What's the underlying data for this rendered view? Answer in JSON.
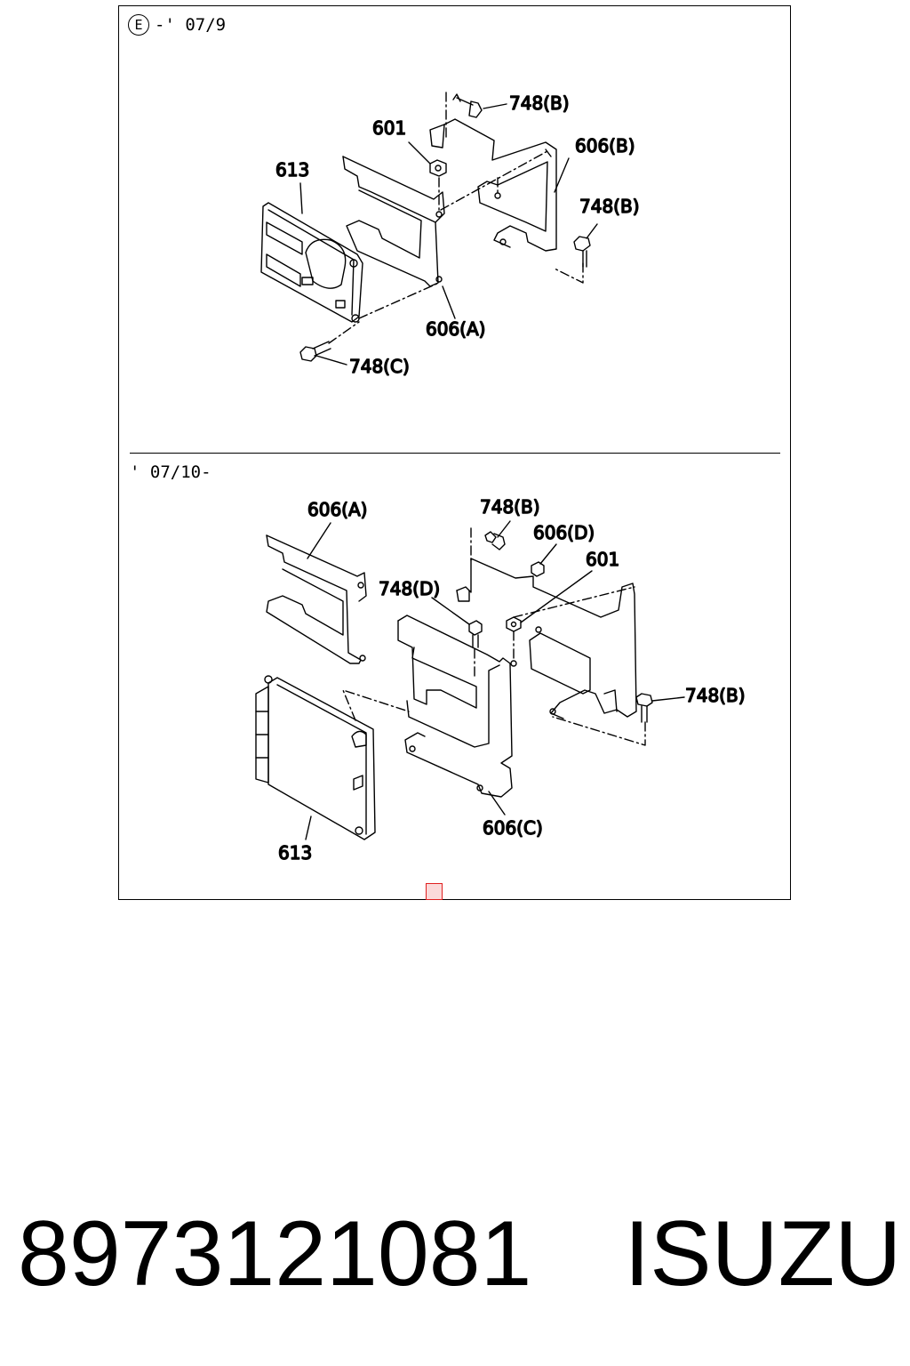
{
  "sections": [
    {
      "variant_mark": "E",
      "date_range": "-' 07/9",
      "callouts": {
        "c748b_top": "748(B)",
        "c601": "601",
        "c606b": "606(B)",
        "c613": "613",
        "c748b_right": "748(B)",
        "c606a": "606(A)",
        "c748c": "748(C)"
      }
    },
    {
      "date_range": "' 07/10-",
      "callouts": {
        "c606a": "606(A)",
        "c748b_top": "748(B)",
        "c606d": "606(D)",
        "c601": "601",
        "c748d": "748(D)",
        "c748b_right": "748(B)",
        "c606c": "606(C)",
        "c613": "613"
      }
    }
  ],
  "part_number": "8973121081",
  "brand": "ISUZU",
  "colors": {
    "marker_border": "#e02020",
    "marker_fill": "#fbd9d9",
    "line": "#000000"
  }
}
